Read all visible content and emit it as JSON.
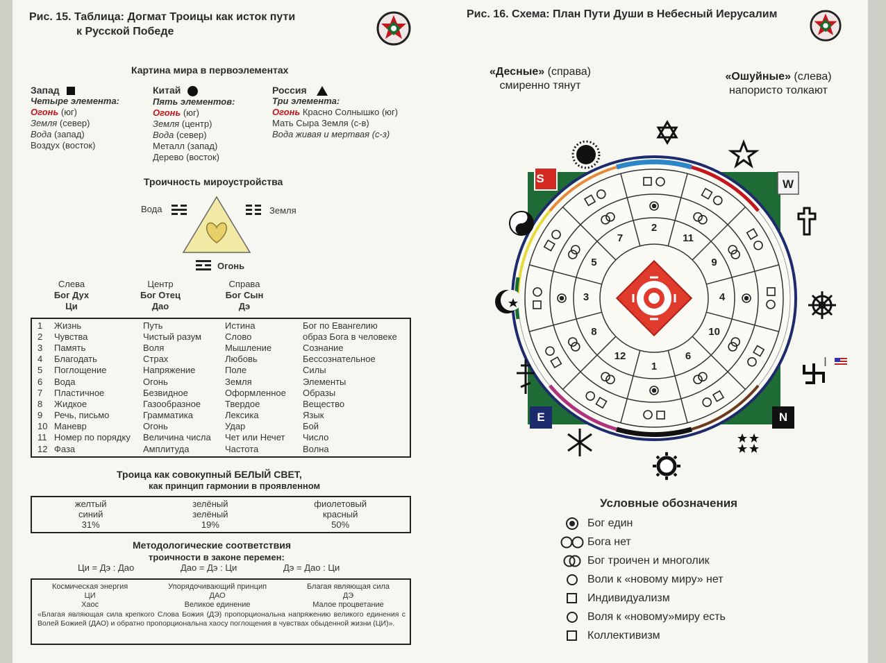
{
  "fig15": {
    "title_line1": "Рис. 15. Таблица: Догмат Троицы как исток пути",
    "title_line2": "к Русской Победе",
    "world_heading": "Картина мира в первоэлементах",
    "west": {
      "name": "Запад",
      "count": "Четыре элемента:",
      "items": [
        {
          "a": "Огонь",
          "b": " (юг)"
        },
        {
          "a": "Земля",
          "b": " (север)"
        },
        {
          "a": "Вода",
          "b": " (запад)"
        },
        {
          "a": "Воздух",
          "b": " (восток)"
        }
      ]
    },
    "china": {
      "name": "Китай",
      "count": "Пять элементов:",
      "items": [
        {
          "a": "Огонь",
          "b": " (юг)"
        },
        {
          "a": "Земля",
          "b": " (центр)"
        },
        {
          "a": "Вода",
          "b": " (север)"
        },
        {
          "a": "Металл",
          "b": " (запад)"
        },
        {
          "a": "Дерево",
          "b": " (восток)"
        }
      ]
    },
    "russia": {
      "name": "Россия",
      "count": "Три элемента:",
      "items": [
        {
          "a": "Огонь",
          "b": " Красно Солнышко (юг)"
        },
        {
          "a": "",
          "b": "Мать Сыра Земля (с-в)"
        },
        {
          "a": "",
          "b": "Вода живая и мертвая (с-з)"
        }
      ]
    },
    "trinity_heading": "Троичность мироустройства",
    "tri_water": "Вода",
    "tri_earth": "Земля",
    "tri_fire": "Огонь",
    "columns": [
      {
        "l1": "Слева",
        "l2": "Бог Дух",
        "l3": "Ци"
      },
      {
        "l1": "Центр",
        "l2": "Бог Отец",
        "l3": "Дао"
      },
      {
        "l1": "Справа",
        "l2": "Бог Сын",
        "l3": "Дэ"
      }
    ],
    "table": [
      [
        "1",
        "Жизнь",
        "Путь",
        "Истина",
        "Бог по Евангелию"
      ],
      [
        "2",
        "Чувства",
        "Чистый разум",
        "Слово",
        "образ Бога в человеке"
      ],
      [
        "3",
        "Память",
        "Воля",
        "Мышление",
        "Сознание"
      ],
      [
        "4",
        "Благодать",
        "Страх",
        "Любовь",
        "Бессознательное"
      ],
      [
        "5",
        "Поглощение",
        "Напряжение",
        "Поле",
        "Силы"
      ],
      [
        "6",
        "Вода",
        "Огонь",
        "Земля",
        "Элементы"
      ],
      [
        "7",
        "Пластичное",
        "Безвидное",
        "Оформленное",
        "Образы"
      ],
      [
        "8",
        "Жидкое",
        "Газообразное",
        "Твердое",
        "Вещество"
      ],
      [
        "9",
        "Речь, письмо",
        "Грамматика",
        "Лексика",
        "Язык"
      ],
      [
        "10",
        "Маневр",
        "Огонь",
        "Удар",
        "Бой"
      ],
      [
        "11",
        "Номер по порядку",
        "Величина числа",
        "Чет или Нечет",
        "Число"
      ],
      [
        "12",
        "Фаза",
        "Амплитуда",
        "Частота",
        "Волна"
      ]
    ],
    "light_heading1": "Троица как совокупный БЕЛЫЙ СВЕТ,",
    "light_heading2": "как принцип гармонии в проявленном",
    "light": [
      {
        "a": "желтый",
        "b": "синий",
        "p": "31%"
      },
      {
        "a": "зелёный",
        "b": "зелёный",
        "p": "19%"
      },
      {
        "a": "фиолетовый",
        "b": "красный",
        "p": "50%"
      }
    ],
    "method_heading1": "Методологические соответствия",
    "method_heading2": "троичности в законе перемен:",
    "formulas": [
      "Ци = Дэ : Дао",
      "Дао = Дэ : Ци",
      "Дэ = Дао : Ци"
    ],
    "principles": [
      {
        "a": "Космическая энергия",
        "b": "ЦИ",
        "c": "Хаос"
      },
      {
        "a": "Упорядочивающий принцип",
        "b": "ДАО",
        "c": "Великое единение"
      },
      {
        "a": "Благая являющая сила",
        "b": "ДЭ",
        "c": "Малое процветание"
      }
    ],
    "quote": "«Благая являющая сила крепкого Слова Божия (ДЭ) пропорциональна напряжению великого единения с Волей Божией (ДАО) и обратно пропорциональна хаосу поглощения в чувствах обыденной жизни (ЦИ)»."
  },
  "fig16": {
    "title": "Рис. 16. Схема: План Пути Души в Небесный Иерусалим",
    "right_bold": "«Десные»",
    "right_rest": " (справа)",
    "right_sub": "смиренно тянут",
    "left_bold": "«Ошуйные»",
    "left_rest": " (слева)",
    "left_sub": "напористо толкают",
    "corners": {
      "s": "S",
      "w": "W",
      "e": "E",
      "n": "N"
    },
    "numbers": [
      "2",
      "11",
      "9",
      "4",
      "10",
      "6",
      "1",
      "12",
      "8",
      "3",
      "5",
      "7"
    ],
    "legend_heading": "Условные обозначения",
    "legend": [
      {
        "icon": "target-icon",
        "label": "Бог един"
      },
      {
        "icon": "two-circles-icon",
        "label": "Бога нет"
      },
      {
        "icon": "overlap-circles-icon",
        "label": "Бог троичен и многолик"
      },
      {
        "icon": "circle-icon",
        "label": "Воли к «новому миру» нет"
      },
      {
        "icon": "square-icon",
        "label": "Индивидуализм"
      },
      {
        "icon": "circle-icon",
        "label": "Воля к «новому»миру есть"
      },
      {
        "icon": "square-icon",
        "label": "Коллективизм"
      }
    ]
  },
  "colors": {
    "red": "#c4161c",
    "navy": "#1d2a6b",
    "green": "#1a6b2e"
  }
}
